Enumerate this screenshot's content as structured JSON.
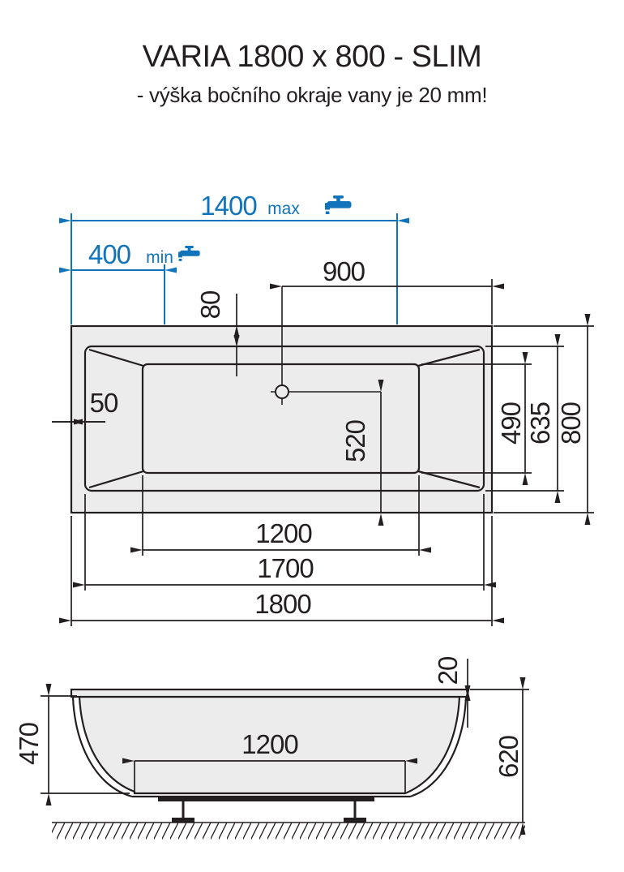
{
  "title": "VARIA 1800 x 800 - SLIM",
  "subtitle": "- výška bočního okraje vany je 20 mm!",
  "colors": {
    "accent_blue": "#1173b9",
    "line": "#231f20",
    "fill_gray": "#ececec"
  },
  "top_view": {
    "dim_faucet_max": {
      "value": "1400",
      "qualifier": "max"
    },
    "dim_faucet_min": {
      "value": "400",
      "qualifier": "min"
    },
    "dim_drain_from_right": "900",
    "dim_rim_end_width": "80",
    "dim_rim_side_width": "50",
    "dim_drain_from_bottom": "520",
    "dim_floor_width": "490",
    "dim_inner_width": "635",
    "dim_overall_width": "800",
    "dim_floor_length": "1200",
    "dim_inner_length": "1700",
    "dim_overall_length": "1800"
  },
  "side_view": {
    "dim_inner_depth": "470",
    "dim_rim_edge_height": "20",
    "dim_overall_height": "620",
    "dim_floor_length": "1200"
  }
}
